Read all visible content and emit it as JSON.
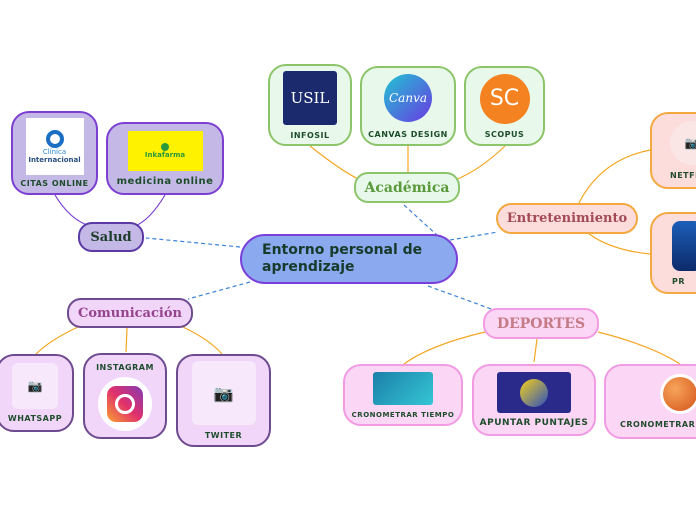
{
  "central": {
    "title": "Entorno personal de aprendizaje"
  },
  "topics": {
    "salud": "Salud",
    "academica": "Académica",
    "entretenimiento": "Entretenimiento",
    "comunicacion": "Comunicación",
    "deportes": "DEPORTES"
  },
  "salud": [
    {
      "label": "CITAS ONLINE",
      "logo_text_1": "Clínica",
      "logo_text_2": "Internacional",
      "icon": "clinica-internacional-logo"
    },
    {
      "label": "medicina online",
      "logo_text": "Inkafarma",
      "icon": "inkafarma-logo"
    }
  ],
  "academica": [
    {
      "label": "INFOSIL",
      "logo_text": "USIL",
      "icon": "usil-logo"
    },
    {
      "label": "CANVAS DESIGN",
      "logo_text": "Canva",
      "icon": "canva-logo"
    },
    {
      "label": "SCOPUS",
      "logo_text": "SC",
      "icon": "scopus-logo"
    }
  ],
  "entretenimiento": [
    {
      "label": "NETFL",
      "icon": "camera-placeholder-icon"
    },
    {
      "label": "PR",
      "icon": "app-logo"
    }
  ],
  "comunicacion": [
    {
      "label": "WHATSAPP",
      "icon": "camera-placeholder-icon"
    },
    {
      "label": "INSTAGRAM",
      "icon": "instagram-logo"
    },
    {
      "label": "TWITER",
      "icon": "camera-placeholder-icon"
    }
  ],
  "deportes": [
    {
      "label": "CRONOMETRAR TIEMPO",
      "icon": "swimming-image"
    },
    {
      "label": "APUNTAR PUNTAJES",
      "icon": "volleyball-image"
    },
    {
      "label": "CRONOMETRAR Y",
      "icon": "basketball-image"
    }
  ],
  "colors": {
    "link_dashed": "#3b82d9",
    "link_curve": "#f5a623"
  }
}
